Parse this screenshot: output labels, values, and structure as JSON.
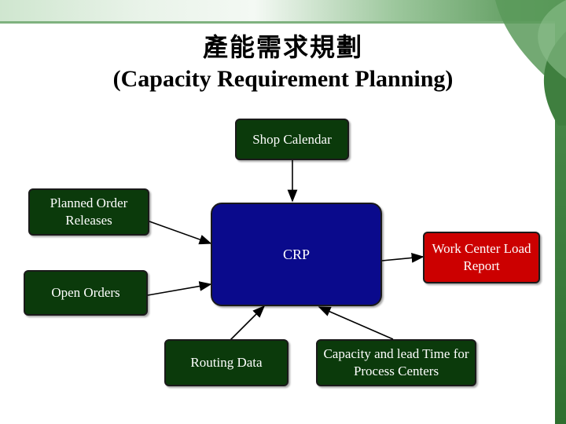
{
  "title": {
    "line1": "產能需求規劃",
    "line2": "(Capacity Requirement Planning)"
  },
  "nodes": {
    "shop_calendar": "Shop Calendar",
    "planned_order_releases": "Planned Order Releases",
    "open_orders": "Open Orders",
    "crp": "CRP",
    "work_center_load_report": "Work Center Load Report",
    "routing_data": "Routing Data",
    "capacity_lead_time": "Capacity and lead Time for Process Centers"
  },
  "colors": {
    "input_box": "#0b3a0b",
    "crp_box": "#0a0a8c",
    "output_box": "#cc0000",
    "theme_green": "#3f7f3f"
  }
}
